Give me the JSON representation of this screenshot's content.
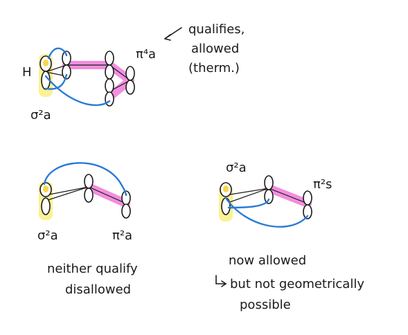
{
  "diagram1": {
    "atom_label": "H",
    "sigma_label": "σ²a",
    "pi_label": "π⁴a",
    "note_line1": "qualifies,",
    "note_line2": "allowed",
    "note_line3": "(therm.)"
  },
  "diagram2": {
    "sigma_label": "σ²a",
    "pi_label": "π²a",
    "caption_line1": "neither qualify",
    "caption_line2": "disallowed"
  },
  "diagram3": {
    "sigma_label": "σ²a",
    "pi_label": "π²s",
    "caption_line1": "now allowed",
    "caption_line2": "but not geometrically",
    "caption_line3": "possible"
  },
  "colors": {
    "blue_interaction": "#2a7bd6",
    "pink_highlight": "#f07ad8",
    "yellow_highlight": "#fbf08a"
  }
}
